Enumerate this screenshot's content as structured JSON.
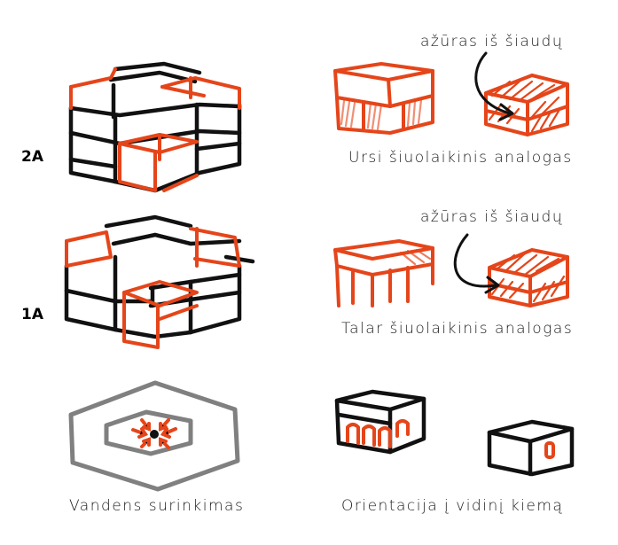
{
  "levels": {
    "upper": "2A",
    "lower": "1A"
  },
  "captions": {
    "ursi": "Ursi šiuolaikinis analogas",
    "talar": "Talar šiuolaikinis analogas",
    "water": "Vandens surinkimas",
    "orientation": "Orientacija į vidinį kiemą"
  },
  "annotations": {
    "straw_lattice_1": "ažūras iš šiaudų",
    "straw_lattice_2": "ažūras iš šiaudų"
  },
  "colors": {
    "accent": "#e5451a",
    "ink": "#111111",
    "gray": "#808080"
  }
}
